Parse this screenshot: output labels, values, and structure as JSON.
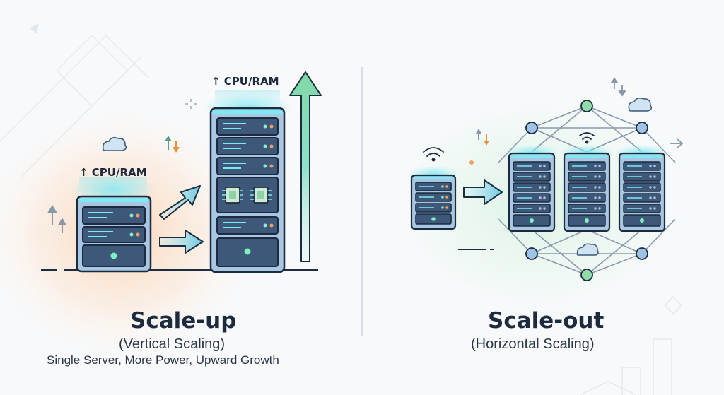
{
  "left": {
    "title": "Scale-up",
    "subtitle": "(Vertical Scaling)",
    "description": "Single Server, More Power, Upward Growth",
    "small_label": "↑ CPU/RAM",
    "large_label": "↑ CPU/RAM"
  },
  "right": {
    "title": "Scale-out",
    "subtitle": "(Horizontal Scaling)"
  },
  "colors": {
    "navy": "#1d2b3e",
    "slate": "#3d5878",
    "cyan": "#5fd8e6",
    "green": "#7ed9a6",
    "orange_glow": "#fbd3b4",
    "node_green": "#8fdcaa",
    "node_blue": "#9fc3e6"
  }
}
